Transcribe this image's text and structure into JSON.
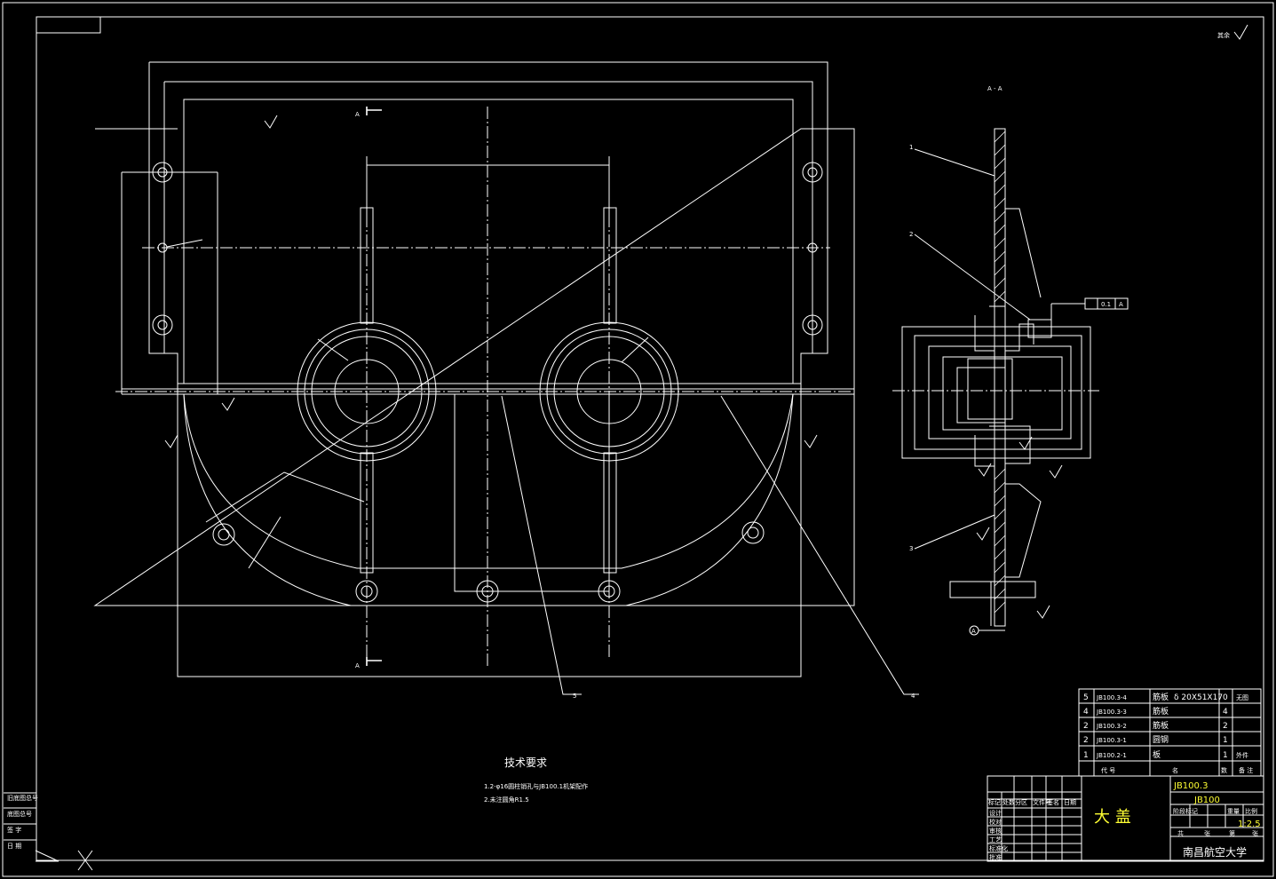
{
  "drawing": {
    "roughness": "其余",
    "section_label": "A - A",
    "cut_mark": "A",
    "part_numbers": [
      "1",
      "2",
      "3",
      "4",
      "5"
    ],
    "tolerance_frame": [
      "0.1",
      "A"
    ],
    "datum_label": "A",
    "tech_requirements": {
      "title": "技术要求",
      "items": [
        "1.2-φ16圆柱销孔与JB100.1机架配作",
        "2.未注圆角R1.5"
      ]
    },
    "parts_list": [
      {
        "no": "5",
        "code": "JB100.3-4",
        "name": "筋板",
        "spec": "δ 20X51X170",
        "qty": "",
        "remark": "无图"
      },
      {
        "no": "4",
        "code": "JB100.3-3",
        "name": "筋板",
        "spec": "",
        "qty": "4",
        "remark": ""
      },
      {
        "no": "2",
        "code": "JB100.3-2",
        "name": "筋板",
        "spec": "",
        "qty": "2",
        "remark": ""
      },
      {
        "no": "2",
        "code": "JB100.3-1",
        "name": "圆钢",
        "spec": "",
        "qty": "1",
        "remark": ""
      },
      {
        "no": "1",
        "code": "JB100.2-1",
        "name": "板",
        "spec": "",
        "qty": "1",
        "remark": "外件"
      }
    ],
    "parts_header": {
      "code": "代 号",
      "name": "名",
      "qty": "数",
      "remark": "备 注"
    },
    "title_block": {
      "drawing_code": "JB100.3",
      "assembly_code": "JB100",
      "part_name": "大 盖",
      "scale": "1:2.5",
      "school": "南昌航空大学",
      "header_cells": [
        "标记",
        "处数",
        "分区",
        "文件号",
        "签名",
        "日期"
      ],
      "left_rows": [
        "设计",
        "校对",
        "审核",
        "工艺",
        "标准化",
        "批准"
      ],
      "right_labels": [
        "阶段标记",
        "重量",
        "比例"
      ],
      "sheet_labels": [
        "共",
        "张",
        "第",
        "张"
      ]
    },
    "margin_labels": [
      "旧底图总号",
      "底图总号",
      "签 字",
      "日 期"
    ]
  }
}
